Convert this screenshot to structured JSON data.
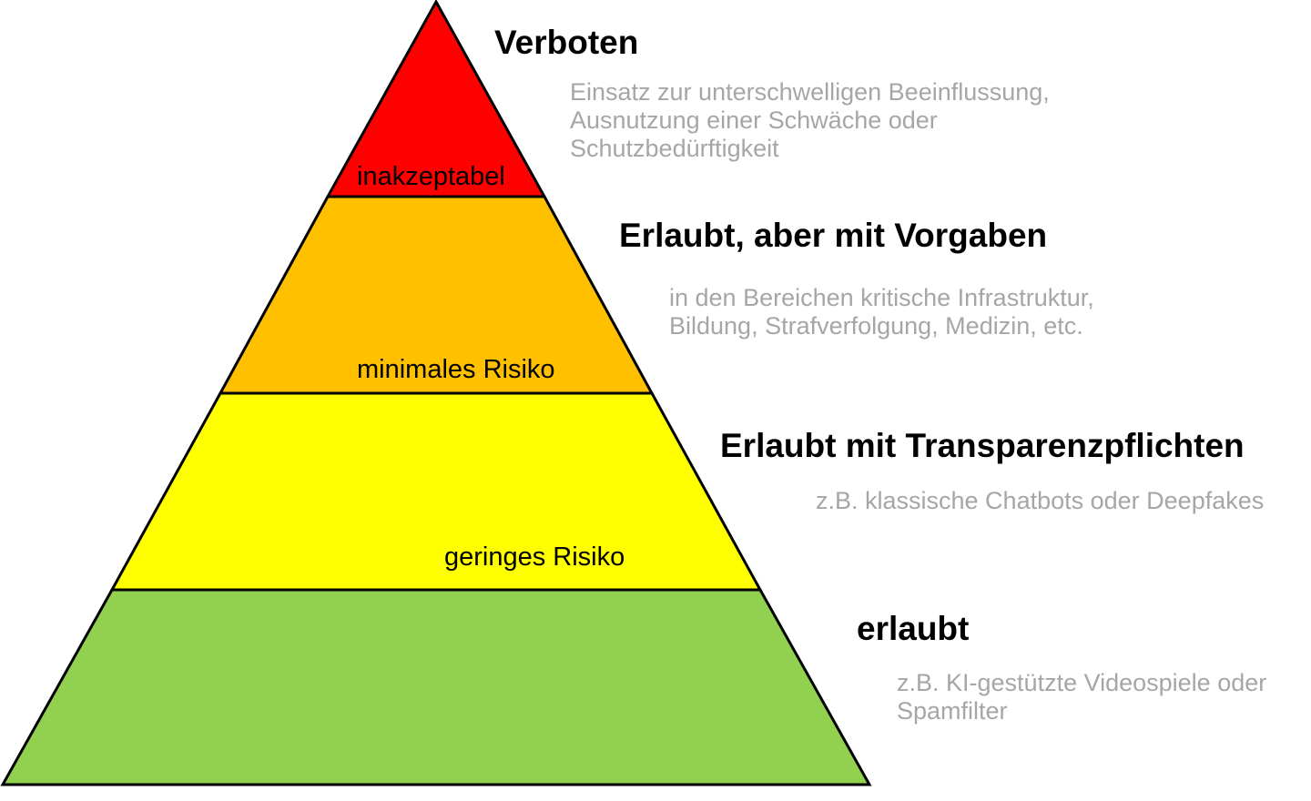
{
  "colors": {
    "red": "#ff0000",
    "orange": "#ffc000",
    "yellow": "#ffff00",
    "green": "#92d050",
    "desc_text": "#a6a6a6"
  },
  "levels": [
    {
      "inner_label": "inakzeptabel",
      "heading": "Verboten",
      "description": [
        "Einsatz zur unterschwelligen Beeinflussung,",
        "Ausnutzung einer Schwäche oder",
        "Schutzbedürftigkeit"
      ]
    },
    {
      "inner_label": "minimales Risiko",
      "heading": "Erlaubt, aber mit Vorgaben",
      "description": [
        "in den Bereichen kritische Infrastruktur,",
        "Bildung, Strafverfolgung, Medizin, etc."
      ]
    },
    {
      "inner_label": "geringes Risiko",
      "heading": "Erlaubt mit Transparenzpflichten",
      "description": [
        "z.B. klassische Chatbots oder Deepfakes"
      ]
    },
    {
      "heading": "erlaubt",
      "description": [
        "z.B. KI-gestützte Videospiele oder",
        "Spamfilter"
      ]
    }
  ]
}
